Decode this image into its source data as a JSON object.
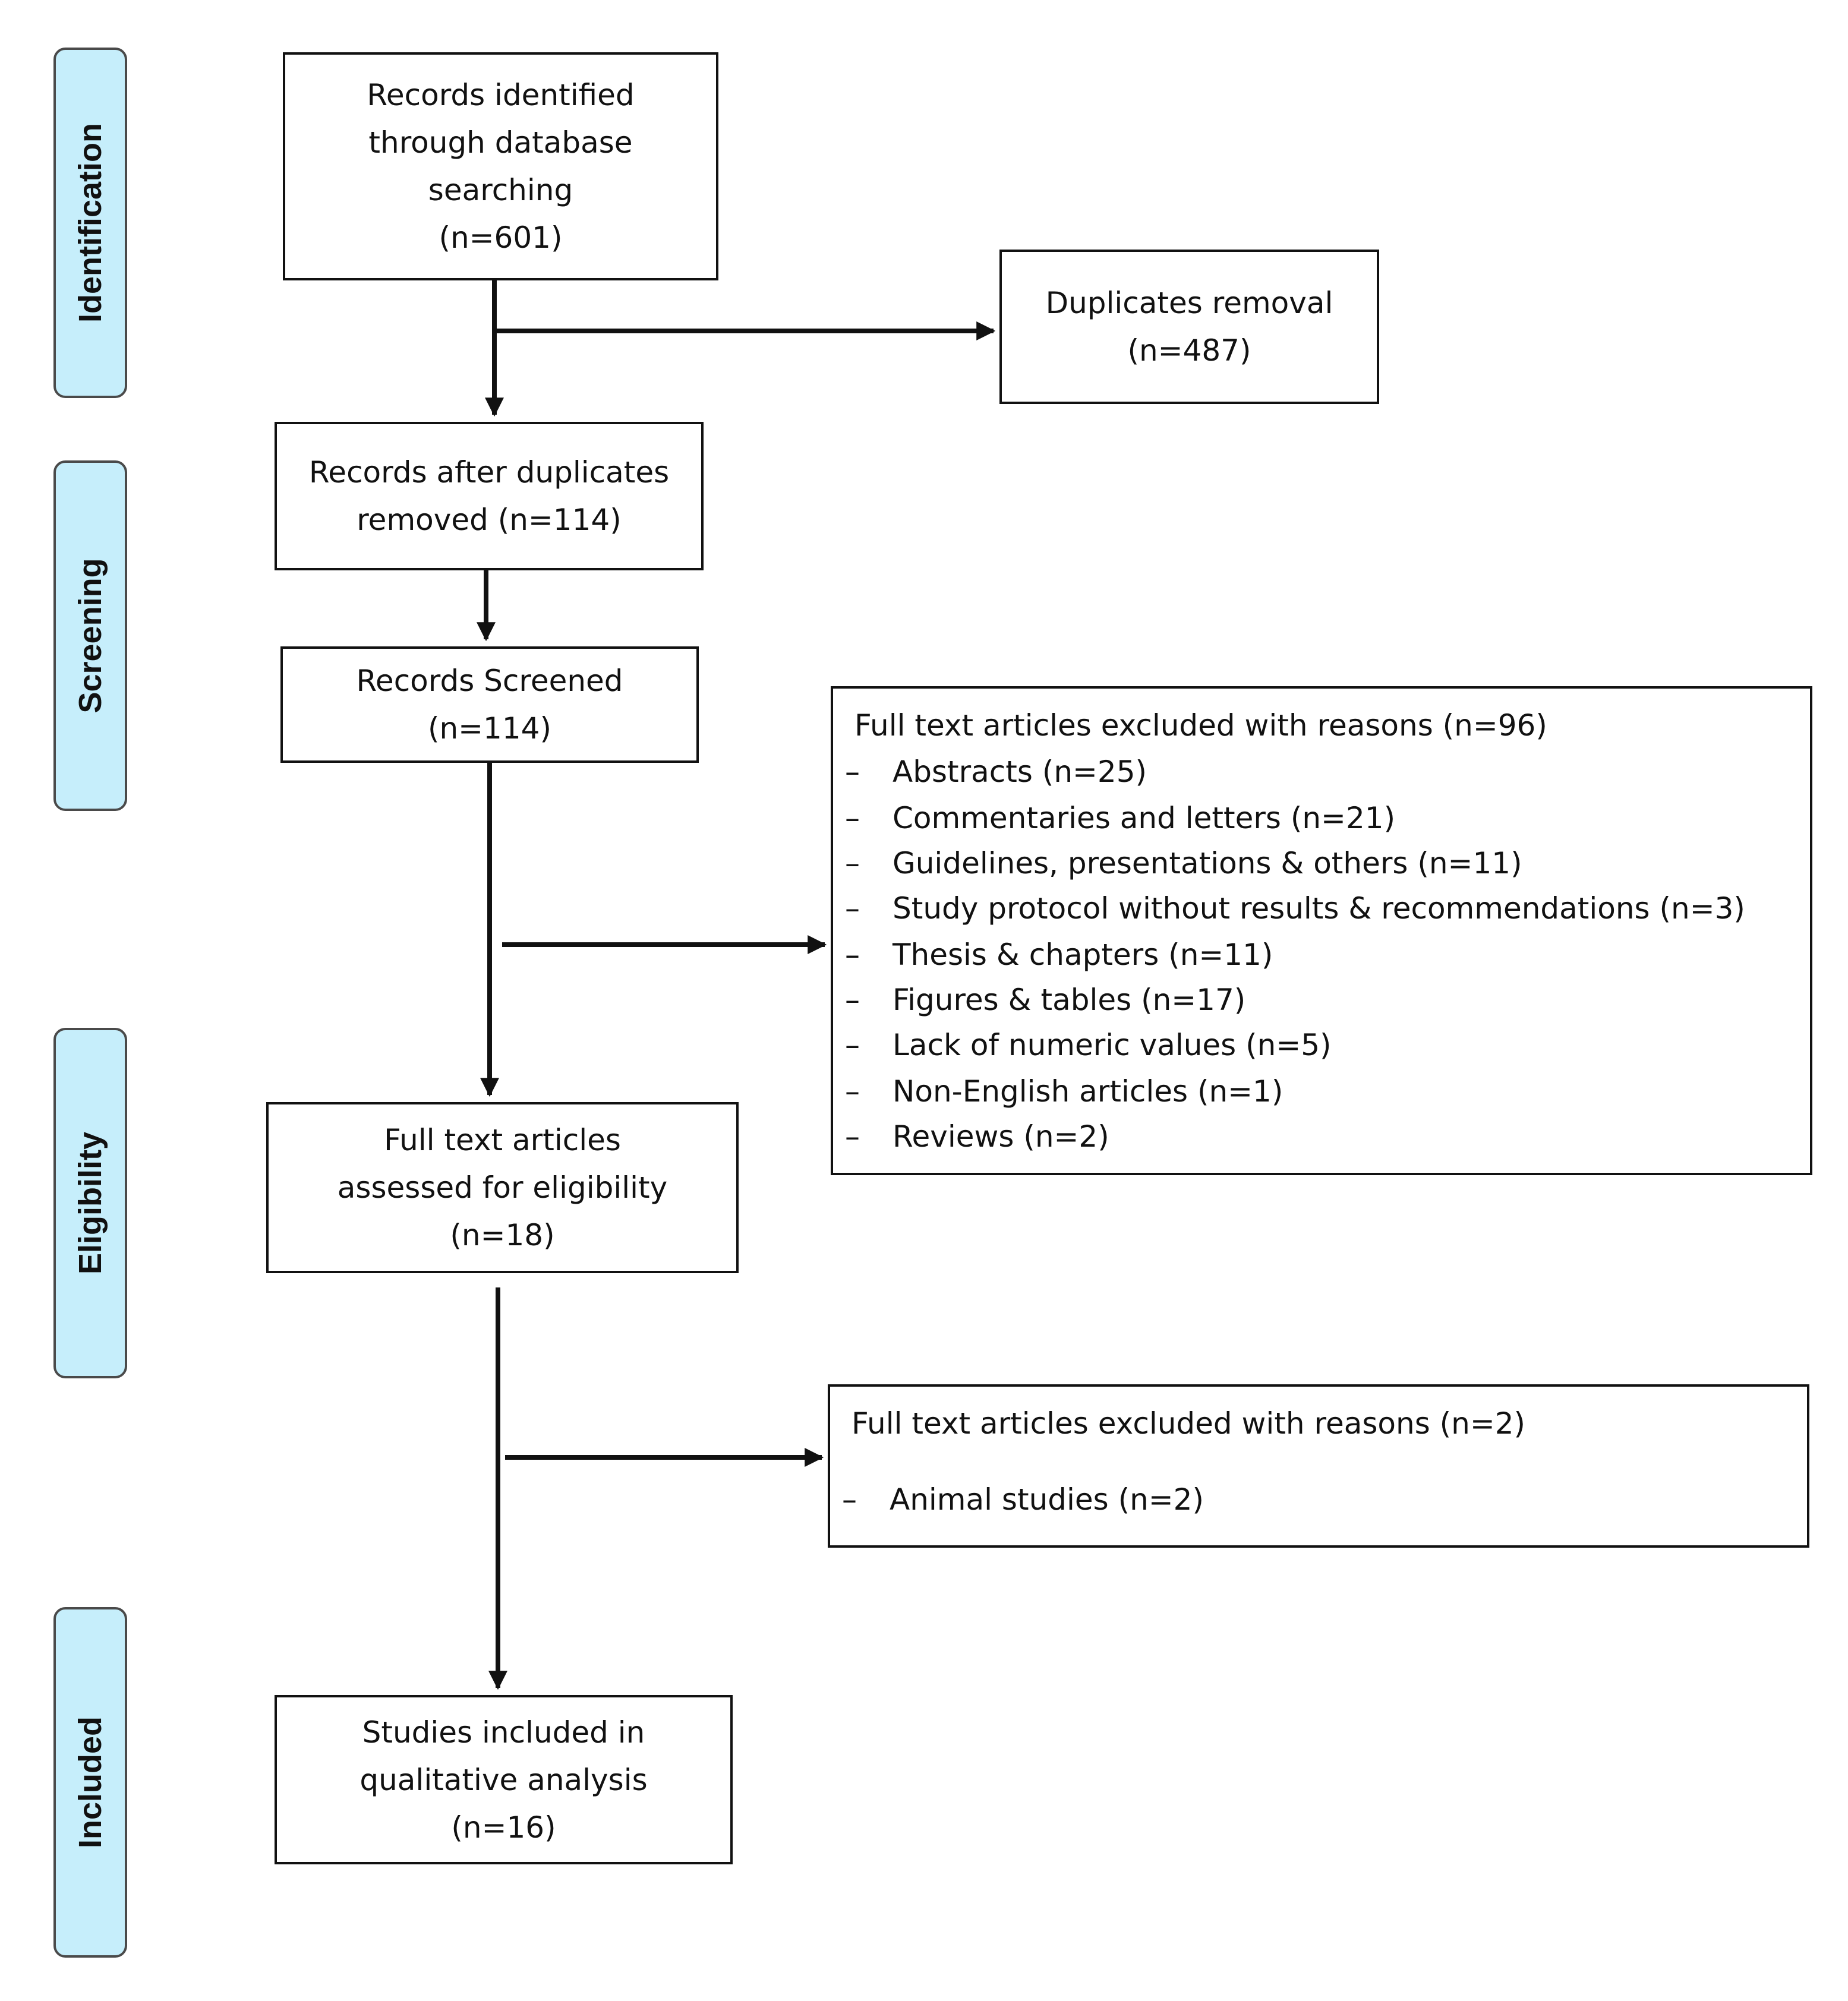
{
  "phases": {
    "identification": "Identification",
    "screening": "Screening",
    "eligibility": "Eligibility",
    "included": "Included"
  },
  "boxes": {
    "identified": [
      "Records identified",
      "through database",
      "searching",
      "(n=601)"
    ],
    "duplicates": [
      "Duplicates removal",
      "(n=487)"
    ],
    "after_duplicates": [
      "Records after duplicates",
      "removed (n=114)"
    ],
    "screened": [
      "Records Screened",
      "(n=114)"
    ],
    "assessed": [
      "Full text articles",
      "assessed for eligibility",
      "(n=18)"
    ],
    "included": [
      "Studies included in",
      "qualitative analysis",
      "(n=16)"
    ]
  },
  "exclusions_fulltext": {
    "title": "Full text articles excluded with reasons (n=96)",
    "bullet": "–",
    "items": [
      "Abstracts (n=25)",
      "Commentaries and letters (n=21)",
      "Guidelines, presentations & others (n=11)",
      "Study protocol without results & recommendations (n=3)",
      "Thesis & chapters (n=11)",
      "Figures & tables (n=17)",
      "Lack of numeric values (n=5)",
      "Non-English articles (n=1)",
      "Reviews (n=2)"
    ]
  },
  "exclusions_eligibility": {
    "title": "Full text articles excluded with reasons (n=2)",
    "bullet": "–",
    "items": [
      "Animal studies (n=2)"
    ]
  },
  "colors": {
    "phase_fill": "#c6eefb",
    "phase_border": "#4a4a4a",
    "line": "#111111"
  }
}
